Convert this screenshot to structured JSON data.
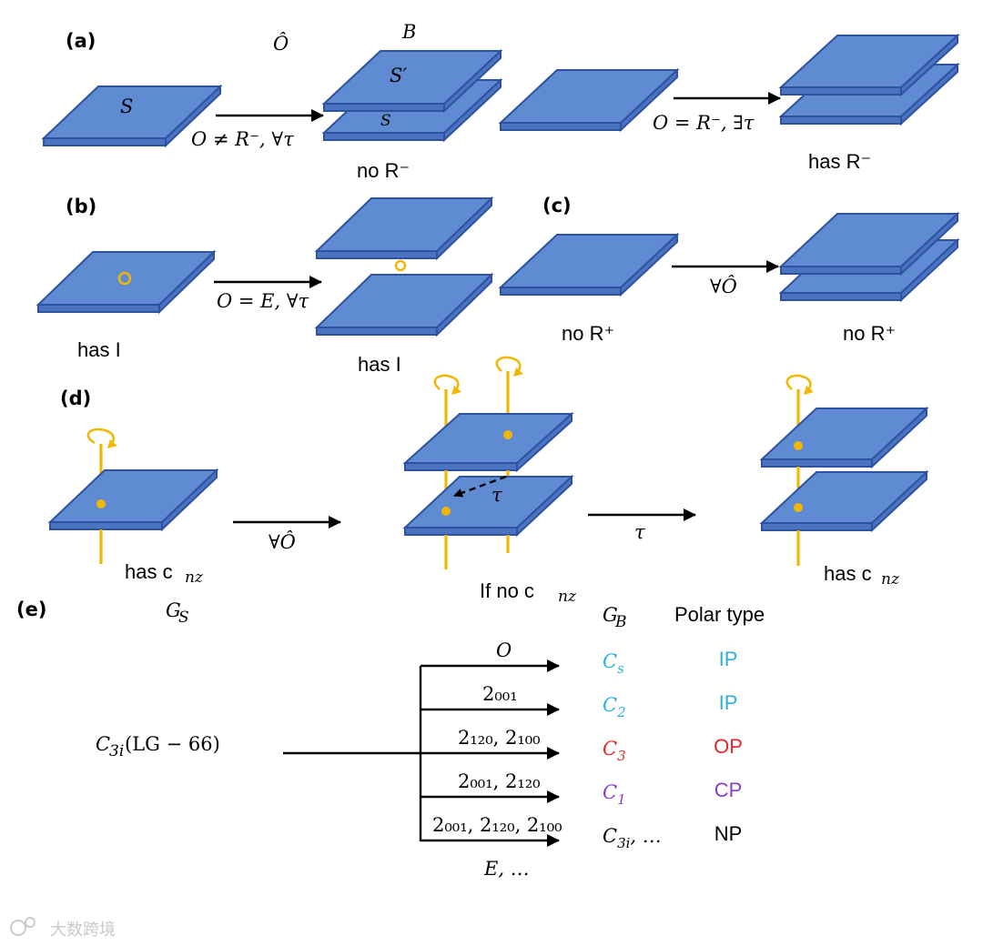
{
  "panels": {
    "a": {
      "label": "(a)",
      "operator_hat": "Ô",
      "bilayer_label": "B",
      "s_label": "S",
      "s_prime_label": "S′",
      "s_lower_label": "S",
      "arrow1_text": "O ≠ R⁻, ∀τ",
      "arrow2_text": "O = R⁻, ∃τ",
      "caption_no": "no  R⁻",
      "caption_has": "has  R⁻"
    },
    "b": {
      "label": "(b)",
      "arrow_text": "O = E, ∀τ",
      "caption_left": "has  I",
      "caption_right": "has  I"
    },
    "c": {
      "label": "(c)",
      "arrow_text": "∀Ô",
      "caption_left": "no  R⁺",
      "caption_right": "no  R⁺"
    },
    "d": {
      "label": "(d)",
      "arrow1_text": "∀Ô",
      "arrow2_text": "τ",
      "tau_label": "τ",
      "caption_left": "has  c",
      "caption_left_sub": "nz",
      "caption_mid": "If no  c",
      "caption_mid_sub": "nz",
      "caption_right": "has  c",
      "caption_right_sub": "nz"
    },
    "e": {
      "label": "(e)",
      "gs_header": "G",
      "gs_sub": "S",
      "gb_header": "G",
      "gb_sub": "B",
      "polar_header": "Polar type",
      "source_group": "C",
      "source_sub": "3i",
      "source_rest": "(LG − 66)",
      "branches": [
        {
          "op_label": "O",
          "group": "C",
          "group_sub": "s",
          "group_color": "#2bb0d8",
          "polar": "IP",
          "polar_color": "#2bb0d8"
        },
        {
          "op_label": "2₀₀₁",
          "group": "C",
          "group_sub": "2",
          "group_color": "#2bb0d8",
          "polar": "IP",
          "polar_color": "#2bb0d8"
        },
        {
          "op_label": "2₁₂₀, 2₁₀₀",
          "group": "C",
          "group_sub": "3",
          "group_color": "#e3262b",
          "polar": "OP",
          "polar_color": "#e3262b"
        },
        {
          "op_label": "2₀₀₁, 2₁₂₀",
          "group": "C",
          "group_sub": "1",
          "group_color": "#8a3fc3",
          "polar": "CP",
          "polar_color": "#8a3fc3"
        },
        {
          "op_label": "2₀₀₁, 2₁₂₀, 2₁₀₀",
          "group": "C",
          "group_sub": "3i",
          "group_extra": ", …",
          "group_color": "#000000",
          "polar": "NP",
          "polar_color": "#000000"
        }
      ],
      "bottom_label": "E, …"
    }
  },
  "watermark": "大数跨境"
}
